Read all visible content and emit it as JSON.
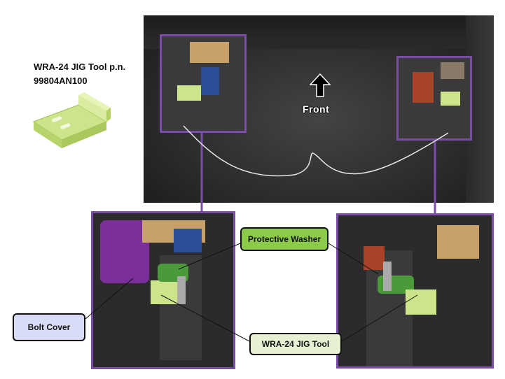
{
  "tool": {
    "title": "WRA-24 JIG Tool p.n.",
    "part_number": "99804AN100"
  },
  "photo": {
    "front_label": "Front"
  },
  "callouts": {
    "protective_washer": "Protective Washer",
    "bolt_cover": "Bolt Cover",
    "jig_tool": "WRA-24 JIG Tool"
  },
  "colors": {
    "highlight_frame": "#7a4ea8",
    "washer_label_bg": "#8ccb4a",
    "bolt_label_bg": "#d9dcf7",
    "jig_label_bg": "#e6f0d2",
    "jig_tool_color": "#cde58a"
  }
}
